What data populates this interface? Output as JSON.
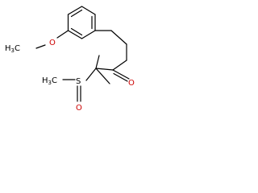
{
  "structure": {
    "labels": {
      "methoxy_h3c": {
        "main": "H",
        "sub": "3",
        "tail": "C"
      },
      "methoxy_o": "O",
      "ketone_o": "O",
      "sulfoxide_h3c": {
        "main": "H",
        "sub": "3",
        "tail": "C"
      },
      "sulfur": "S",
      "sulfoxide_o": "O"
    }
  }
}
